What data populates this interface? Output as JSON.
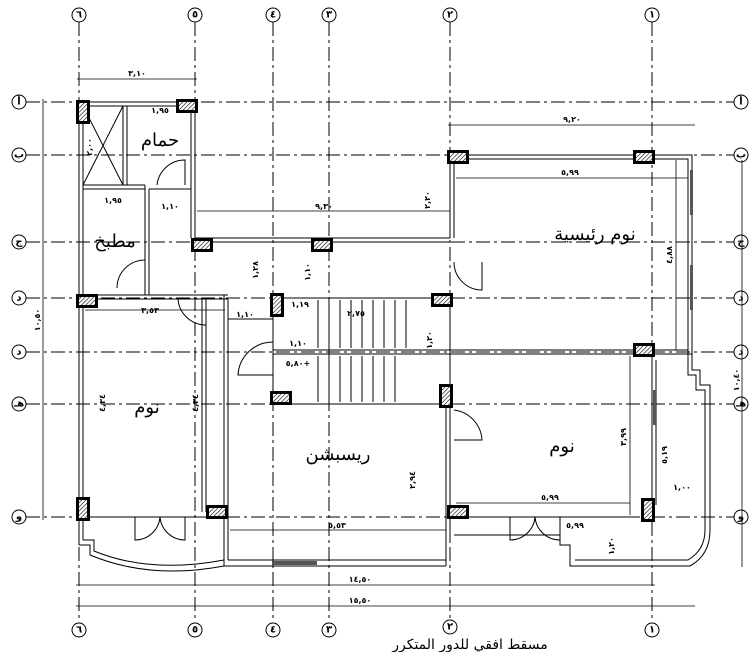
{
  "title": "مسقط افقي للدور المتكرر",
  "grid_columns": [
    "٦",
    "٥",
    "٤",
    "٣",
    "٢",
    "١"
  ],
  "grid_rows": [
    "أ",
    "ب",
    "ج",
    "د",
    "د",
    "هـ",
    "و"
  ],
  "rooms": {
    "bath": "حمام",
    "kitchen": "مطبخ",
    "master_bedroom": "نوم رئيسية",
    "bedroom_left": "نوم",
    "reception": "ريسبشن",
    "bedroom_right": "نوم"
  },
  "dimensions": {
    "top_left_width": "٣,١٠",
    "bath_width": "١,٩٥",
    "shaft_height": "٢,٠٠",
    "kitchen_width": "١,٩٥",
    "corridor_width": "١,١٠",
    "upper_span": "٩,٣٠",
    "master_offset": "٢,٢٠",
    "lobby_height": "١,٢٨",
    "stair_gap": "١,١٠",
    "bedroom_left_width": "٣,٥٣",
    "lobby_width": "١,١٠",
    "stair_landing": "١,١٩",
    "stair_run": "٢,٧٥",
    "stair_width": "١,١٠",
    "level": "٥,٨٠+",
    "bedroom_left_height_a": "٤,٣٤",
    "bedroom_left_height_b": "٤,٣٤",
    "reception_width": "٥,٥٣",
    "reception_height": "٢,٩٤",
    "right_span": "٩,٢٠",
    "master_width": "٥,٩٩",
    "master_height": "٤,٨٨",
    "bedroom_right_height": "٣,٩٩",
    "balcony_height": "٥,١٩",
    "balcony_depth": "١,٠٠",
    "bedroom_right_width": "٥,٩٩",
    "balcony_width": "٥,٩٩",
    "balcony_front": "١,٢٠",
    "stair_small": "١,٢٠",
    "total_width_inner": "١٤,٥٠",
    "total_width_outer": "١٥,٥٠",
    "left_total_height": "١٠,٥٠",
    "right_total_height": "١٠,٤٠"
  }
}
